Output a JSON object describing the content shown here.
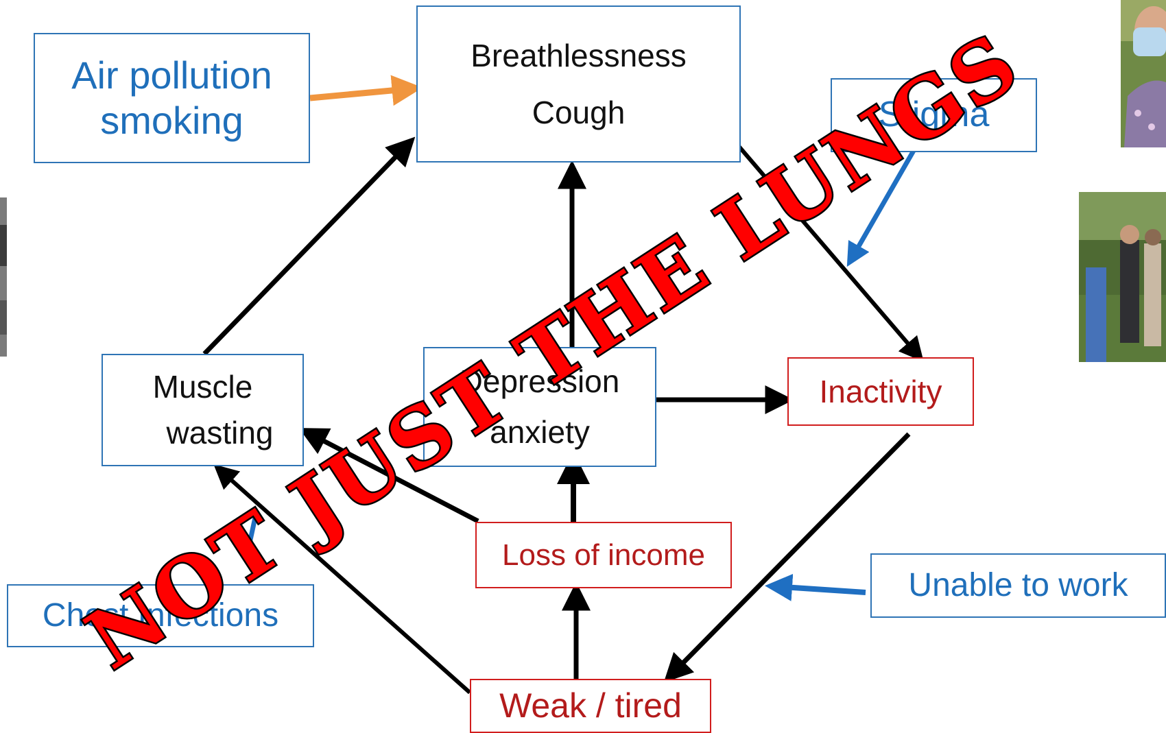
{
  "nodes": {
    "air_pollution": {
      "lines": [
        "Air pollution",
        "smoking"
      ]
    },
    "breathlessness": {
      "lines": [
        "Breathlessness",
        "Cough"
      ]
    },
    "stigma": {
      "text": "Stigma"
    },
    "muscle_wasting": {
      "lines": [
        "Muscle",
        "wasting"
      ]
    },
    "depression": {
      "lines": [
        "Depression",
        "anxiety"
      ]
    },
    "inactivity": {
      "text": "Inactivity"
    },
    "loss_of_income": {
      "text": "Loss of income"
    },
    "unable_to_work": {
      "text": "Unable to work"
    },
    "chest_infections": {
      "text": "Chest Infections"
    },
    "weak_tired": {
      "text": "Weak / tired"
    }
  },
  "stamp": {
    "text": "NOT JUST THE LUNGS"
  },
  "colors": {
    "blue_text": "#1f6fba",
    "red_text": "#b31b1b",
    "blue_border": "#2e74b5",
    "red_border": "#d11d1d",
    "orange_arrow": "#f0953e",
    "blue_arrow": "#1f6fc2",
    "black_arrow": "#000000",
    "stamp_fill": "#ff0000"
  }
}
